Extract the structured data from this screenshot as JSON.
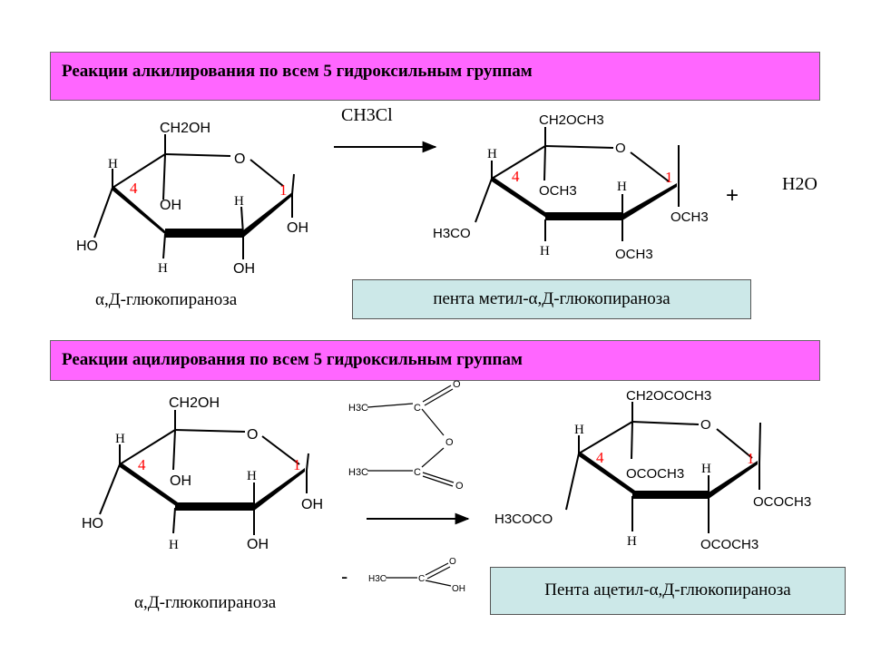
{
  "banners": {
    "alkylation": "Реакции алкилирования по всем 5 гидроксильным группам",
    "acylation": "Реакции ацилирования по всем 5 гидроксильным группам"
  },
  "captions": {
    "glucose_top": "α,Д-глюкопираноза",
    "glucose_bottom": "α,Д-глюкопираноза"
  },
  "products": {
    "methyl": "пента метил-α,Д-глюкопираноза",
    "acetyl": "Пента ацетил-α,Д-глюкопираноза"
  },
  "reagents": {
    "ch3cl": "CH3Cl",
    "water": "H2O",
    "plus": "+",
    "minus": "-"
  },
  "atoms": {
    "o": "O",
    "oh": "OH",
    "ho": "HO",
    "h": "H",
    "c": "C",
    "h3c": "H3C",
    "och3": "OCH3",
    "h3co": "H3CO",
    "ococh3": "OCOCH3",
    "h3coco": "H3COCO",
    "ch2oh": "CH2OH",
    "ch2och3": "CH2OCH3",
    "ch2ococh3": "CH2OCOCH3",
    "num1": "1",
    "num4": "4"
  },
  "colors": {
    "banner": "#ff66ff",
    "product_box": "#cce8e8",
    "ring_number": "#ff0000"
  }
}
